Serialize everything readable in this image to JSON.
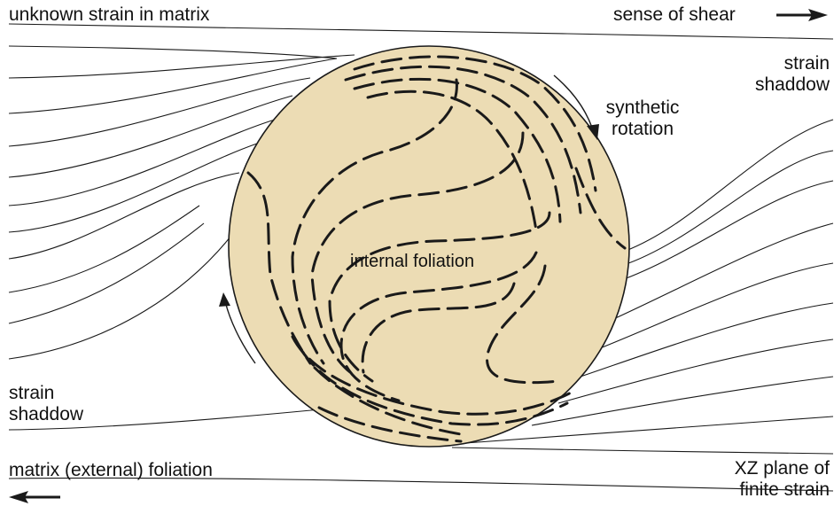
{
  "labels": {
    "top_left": "unknown strain in matrix",
    "top_right": "sense of shear",
    "shadow_right": [
      "strain",
      "shaddow"
    ],
    "rotation": [
      "synthetic",
      "rotation"
    ],
    "shadow_left": [
      "strain",
      "shaddow"
    ],
    "internal": "internal foliation",
    "bottom_left": "matrix (external) foliation",
    "bottom_right": [
      "XZ plane of",
      "finite strain"
    ]
  },
  "colors": {
    "porphyroblast_fill": "#ecdcb4",
    "line": "#1a1a1a"
  }
}
